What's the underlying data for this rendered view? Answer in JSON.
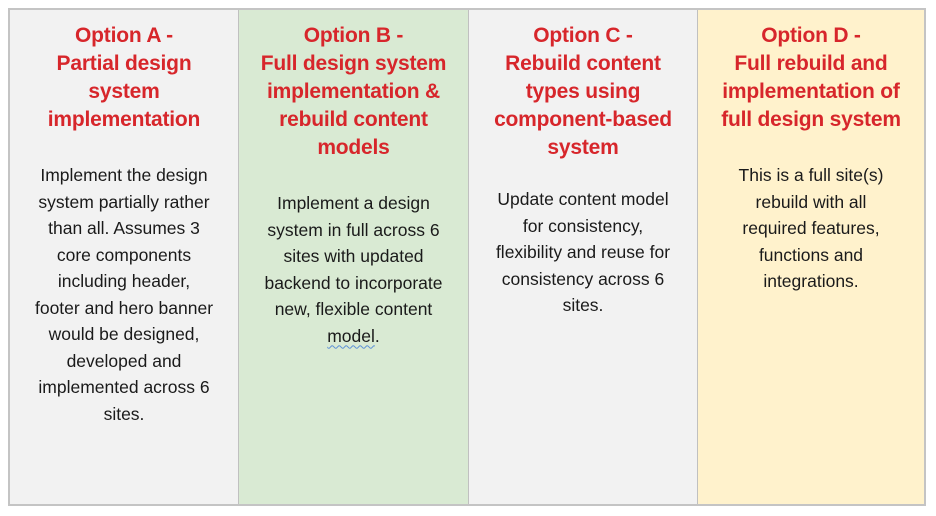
{
  "options": [
    {
      "title": "Option A -\nPartial design\nsystem\nimplementation",
      "description": "Implement the design\nsystem partially rather\nthan all.  Assumes 3\ncore  components\nincluding header,\nfooter and hero banner\nwould be designed,\ndeveloped and\nimplemented across 6\nsites.",
      "background": "#f2f2f2"
    },
    {
      "title": "Option B -\nFull  design system\nimplementation &\nrebuild content\nmodels",
      "description_main": "Implement a design\nsystem in full across 6\nsites with updated\nbackend to incorporate\nnew, flexible content\n",
      "description_flagged_word": "model",
      "description_end": ".",
      "background": "#d9ead3"
    },
    {
      "title": "Option C -\nRebuild content\ntypes using\ncomponent-based\nsystem",
      "description": "Update content model\nfor consistency,\nflexibility and reuse for\nconsistency across 6\nsites.",
      "background": "#f2f2f2"
    },
    {
      "title": "Option D -\nFull rebuild and\nimplementation of\nfull design system",
      "description": "This is a full site(s)\nrebuild with all\nrequired features,\nfunctions and\nintegrations.",
      "background": "#fff2cc"
    }
  ],
  "colors": {
    "title_red": "#d7262b",
    "border": "#c4c4c4",
    "spellcheck_underline": "#5b8fd6"
  }
}
